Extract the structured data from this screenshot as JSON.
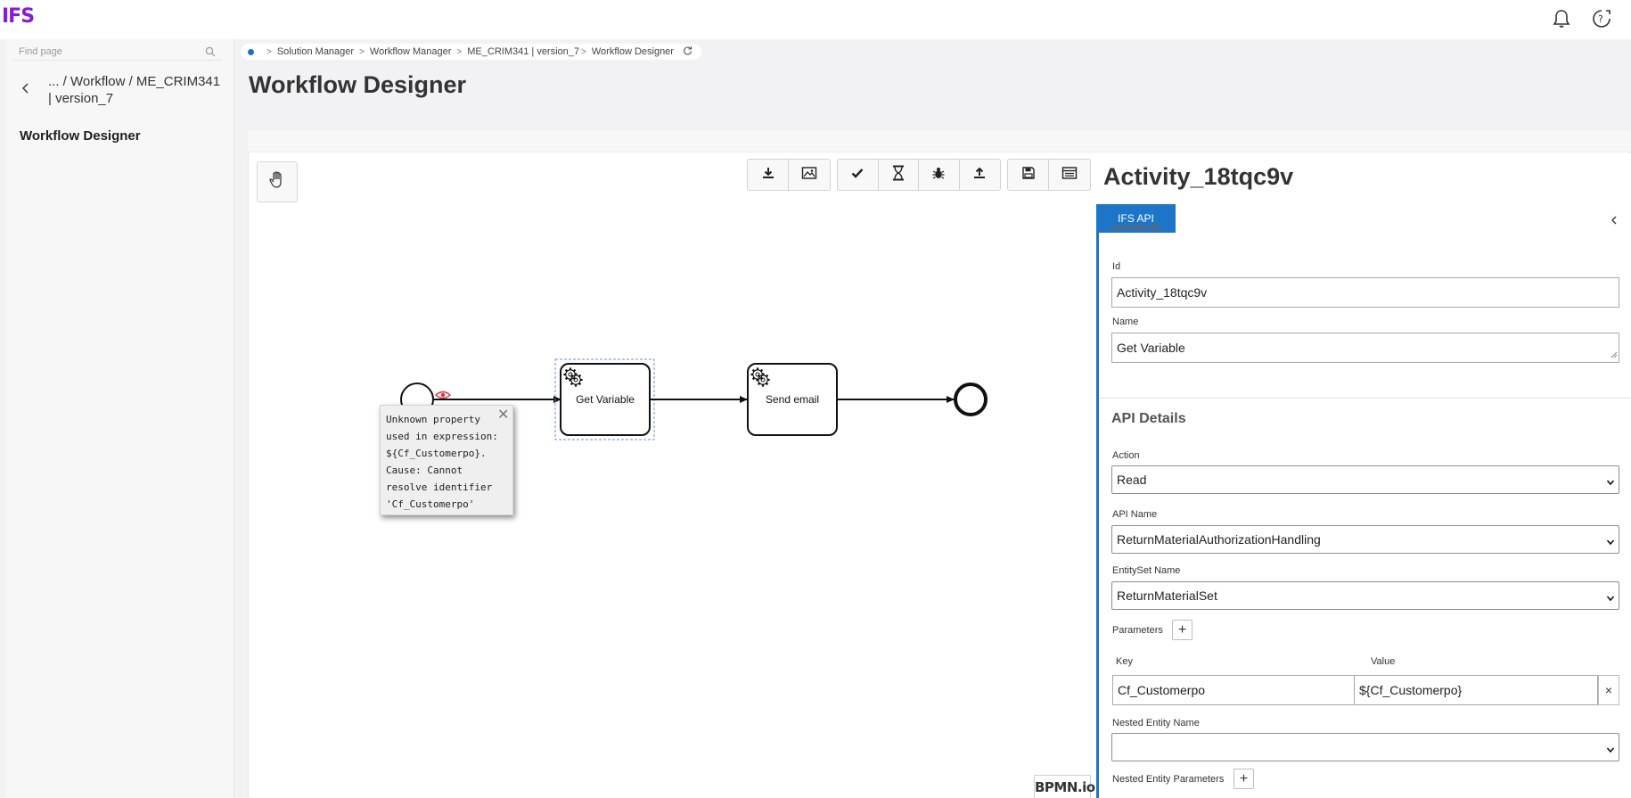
{
  "app": {
    "logo": "IFS"
  },
  "header": {
    "notifications_icon": "bell-icon",
    "help_icon": "help-icon"
  },
  "nav": {
    "find_placeholder": "Find page",
    "path": "... / Workflow / ME_CRIM341 | version_7",
    "current": "Workflow Designer"
  },
  "breadcrumb": {
    "items": [
      "Solution Manager",
      "Workflow Manager",
      "ME_CRIM341 | version_7",
      "Workflow Designer"
    ]
  },
  "page": {
    "title": "Workflow Designer"
  },
  "toolbar": {
    "hand_tool": "hand-icon",
    "group1": [
      "download-icon",
      "image-icon"
    ],
    "group2": [
      "check-icon",
      "hourglass-icon",
      "bug-icon",
      "upload-icon"
    ],
    "group3": [
      "save-icon",
      "list-icon"
    ]
  },
  "diagram": {
    "task1": "Get Variable",
    "task2": "Send email",
    "error_popup": "Unknown property used in expression: ${Cf_Customerpo}. Cause: Cannot resolve identifier 'Cf_Customerpo'",
    "brand": "BPMN.io"
  },
  "props": {
    "title": "Activity_18tqc9v",
    "tab": "IFS API",
    "general_peek": "General",
    "id_label": "Id",
    "id_value": "Activity_18tqc9v",
    "name_label": "Name",
    "name_value": "Get Variable",
    "api_details_title": "API Details",
    "action_label": "Action",
    "action_value": "Read",
    "api_name_label": "API Name",
    "api_name_value": "ReturnMaterialAuthorizationHandling",
    "entityset_label": "EntitySet Name",
    "entityset_value": "ReturnMaterialSet",
    "parameters_label": "Parameters",
    "key_header": "Key",
    "value_header": "Value",
    "param_key": "Cf_Customerpo",
    "param_value": "${Cf_Customerpo}",
    "remove_label": "×",
    "nested_entity_label": "Nested Entity Name",
    "nested_entity_value": "",
    "nested_params_label": "Nested Entity Parameters",
    "plus": "+"
  },
  "colors": {
    "brand": "#8a1ad6",
    "accent": "#1c75c8",
    "error": "#e0313a"
  }
}
